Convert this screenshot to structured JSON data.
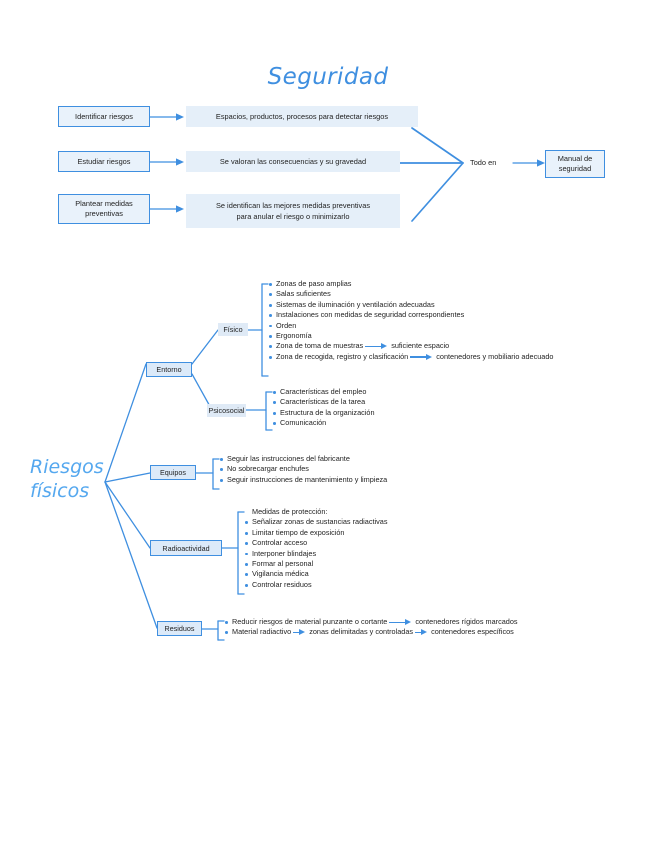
{
  "title": "Seguridad",
  "colors": {
    "accent": "#3f8fe0",
    "box_fill": "#e9f2fb",
    "panel_fill": "#e5eff9",
    "title_blue": "#3f8fe0",
    "root_blue": "#55a8ef"
  },
  "top_flow": {
    "steps": [
      {
        "box": "Identificar riesgos",
        "panel": "Espacios, productos, procesos para detectar riesgos"
      },
      {
        "box": "Estudiar riesgos",
        "panel": "Se valoran las consecuencias y su gravedad"
      },
      {
        "box": "Plantear medidas\npreventivas",
        "panel": "Se identifican las mejores medidas preventivas\npara anular el riesgo o minimizarlo"
      }
    ],
    "converge_label": "Todo en",
    "result_box": "Manual de\nseguridad"
  },
  "mindmap": {
    "root": "Riesgos\nfísicos",
    "branches": [
      {
        "name": "Entorno",
        "subbranches": [
          {
            "name": "Físico",
            "items": [
              {
                "text": "Zonas de paso amplias"
              },
              {
                "text": "Salas suficientes"
              },
              {
                "text": "Sistemas de iluminación y ventilación adecuadas"
              },
              {
                "text": "Instalaciones con medidas de seguridad correspondientes"
              },
              {
                "text": "Orden"
              },
              {
                "text": "Ergonomía"
              },
              {
                "text": "Zona de toma de muestras",
                "arrow_to": "suficiente espacio"
              },
              {
                "text": "Zona de recogida, registro y clasificación",
                "arrow_to": "contenedores y mobiliario adecuado"
              }
            ]
          },
          {
            "name": "Psicosocial",
            "items": [
              {
                "text": "Características del empleo"
              },
              {
                "text": "Características de la tarea"
              },
              {
                "text": "Estructura de la organización"
              },
              {
                "text": "Comunicación"
              }
            ]
          }
        ]
      },
      {
        "name": "Equipos",
        "items": [
          {
            "text": "Seguir las instrucciones del fabricante"
          },
          {
            "text": "No sobrecargar enchufes"
          },
          {
            "text": "Seguir instrucciones de mantenimiento y limpieza"
          }
        ]
      },
      {
        "name": "Radioactividad",
        "header": "Medidas de protección:",
        "items": [
          {
            "text": "Señalizar zonas de sustancias radiactivas"
          },
          {
            "text": "Limitar tiempo de exposición"
          },
          {
            "text": "Controlar acceso"
          },
          {
            "text": "Interponer blindajes"
          },
          {
            "text": "Formar al personal"
          },
          {
            "text": "Vigilancia médica"
          },
          {
            "text": "Controlar residuos"
          }
        ]
      },
      {
        "name": "Residuos",
        "items": [
          {
            "text": "Reducir riesgos de material punzante o cortante",
            "arrow_to": "contenedores rígidos marcados"
          },
          {
            "text": "Material radiactivo",
            "arrow_to": "zonas delimitadas y controladas",
            "arrow_to_2": "contenedores específicos"
          }
        ]
      }
    ]
  }
}
